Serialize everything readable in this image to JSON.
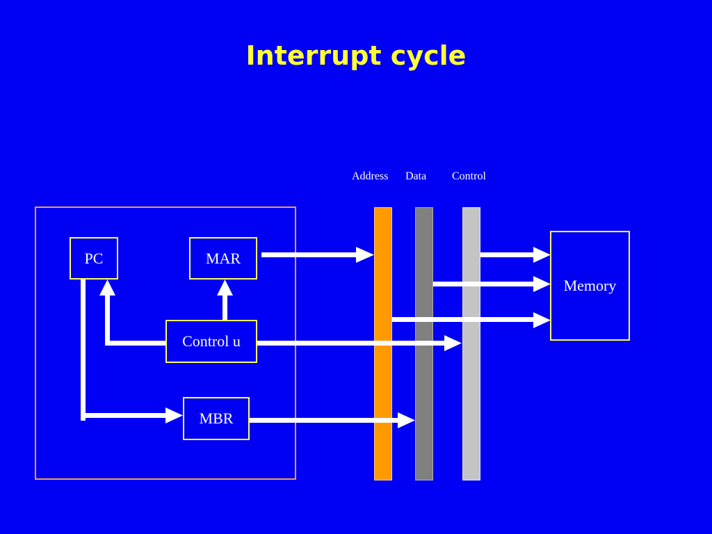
{
  "slide": {
    "title": "Interrupt cycle",
    "bus_labels": {
      "address": "Address",
      "data": "Data",
      "control": "Control"
    },
    "registers": {
      "pc": "PC",
      "mar": "MAR",
      "control_unit": "Control u",
      "mbr": "MBR",
      "memory": "Memory"
    },
    "colors": {
      "background": "#0000f5",
      "title": "#ffff33",
      "cpu_border": "#f0a040",
      "register_border": "#ffff55",
      "address_bus": "#ff9a00",
      "data_bus": "#808080",
      "control_bus": "#c4c4c4",
      "arrow": "#ffffff"
    }
  }
}
